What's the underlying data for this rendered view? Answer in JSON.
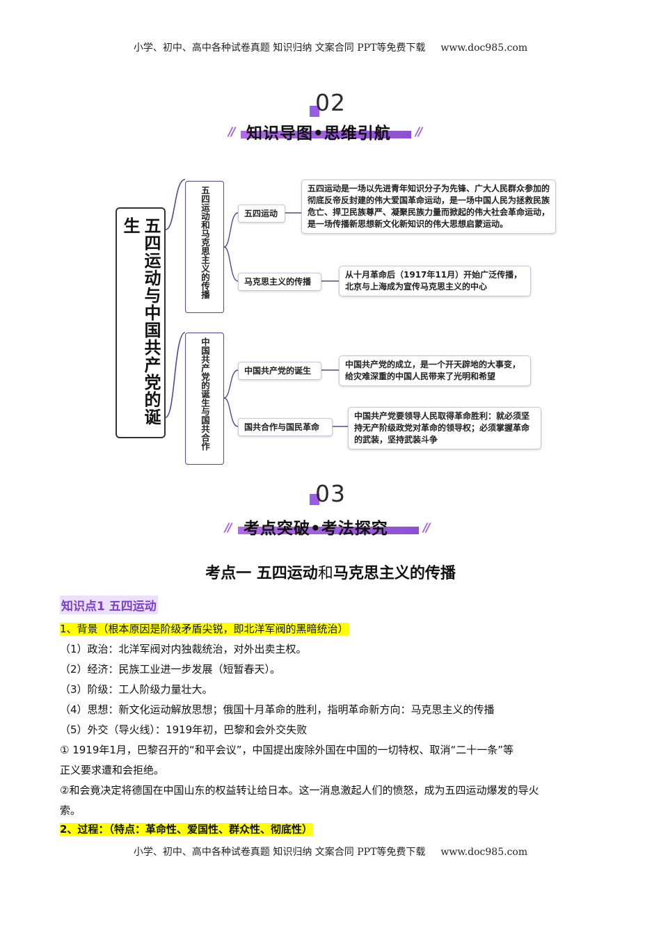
{
  "header": {
    "text": "小学、初中、高中各种试卷真题 知识归纳 文案合同 PPT等免费下载",
    "url": "www.doc985.com"
  },
  "footer": {
    "text": "小学、初中、高中各种试卷真题 知识归纳 文案合同 PPT等免费下载",
    "url": "www.doc985.com"
  },
  "section1": {
    "num": "02",
    "title": "知识导图•思维引航",
    "slashes": "//"
  },
  "section2": {
    "num": "03",
    "title": "考点突破•考法探究",
    "slashes": "//"
  },
  "colors": {
    "accent": "#9b5de5",
    "highlight": "#ffff00",
    "branch": "#4a4a9a",
    "link_purple": "#7b3fd1"
  },
  "mindmap": {
    "root": "五四运动与中国共产党的诞生",
    "branches": [
      {
        "label": "五四运动和马克思主义的传播",
        "children": [
          {
            "label": "五四运动",
            "note": "五四运动是一场以先进青年知识分子为先锋、广大人民群众参加的彻底反帝反封建的伟大爱国革命运动，是一场中国人民为拯救民族危亡、捍卫民族尊严、凝聚民族力量而掀起的伟大社会革命运动，是一场传播新思想新文化新知识的伟大思想启蒙运动。"
          },
          {
            "label": "马克思主义的传播",
            "note": "从十月革命后（1917年11月）开始广泛传播，北京与上海成为宣传马克思主义的中心"
          }
        ]
      },
      {
        "label": "中国共产党的诞生与国共合作",
        "children": [
          {
            "label": "中国共产党的诞生",
            "note": "中国共产党的成立，是一个开天辟地的大事变，给灾难深重的中国人民带来了光明和希望"
          },
          {
            "label": "国共合作与国民革命",
            "note": "中国共产党要领导人民取得革命胜利：就必须坚持无产阶级政党对革命的领导权；必须掌握革命的武装，坚持武装斗争"
          }
        ]
      }
    ]
  },
  "kaodian": {
    "prefix": "考点一  五四运动",
    "he": "和",
    "suffix": "马克思主义的传播"
  },
  "zhishidian": "知识点1 五四运动",
  "content": {
    "l1": "1、背景（根本原因是阶级矛盾尖锐，即北洋军阀的黑暗统治）",
    "l2": "（1）政治：北洋军阀对内独裁统治，对外出卖主权。",
    "l3": "（2）经济：民族工业进一步发展（短暂春天）。",
    "l4": "（3）阶级：工人阶级力量壮大。",
    "l5": "（4）思想：新文化运动解放思想；俄国十月革命的胜利，指明革命新方向：马克思主义的传播",
    "l6": "（5）外交（导火线）：1919年初，巴黎和会外交失败",
    "l7": "① 1919年1月，巴黎召开的“和平会议”，中国提出废除外国在中国的一切特权、取消“二十一条”等",
    "l8": "正义要求遭和会拒绝。",
    "l9": "②和会竟决定将德国在中国山东的权益转让给日本。这一消息激起人们的愤怒，成为五四运动爆发的导火",
    "l10": "索。",
    "l11": "2、过程：（特点：革命性、爱国性、群众性、彻底性）"
  }
}
